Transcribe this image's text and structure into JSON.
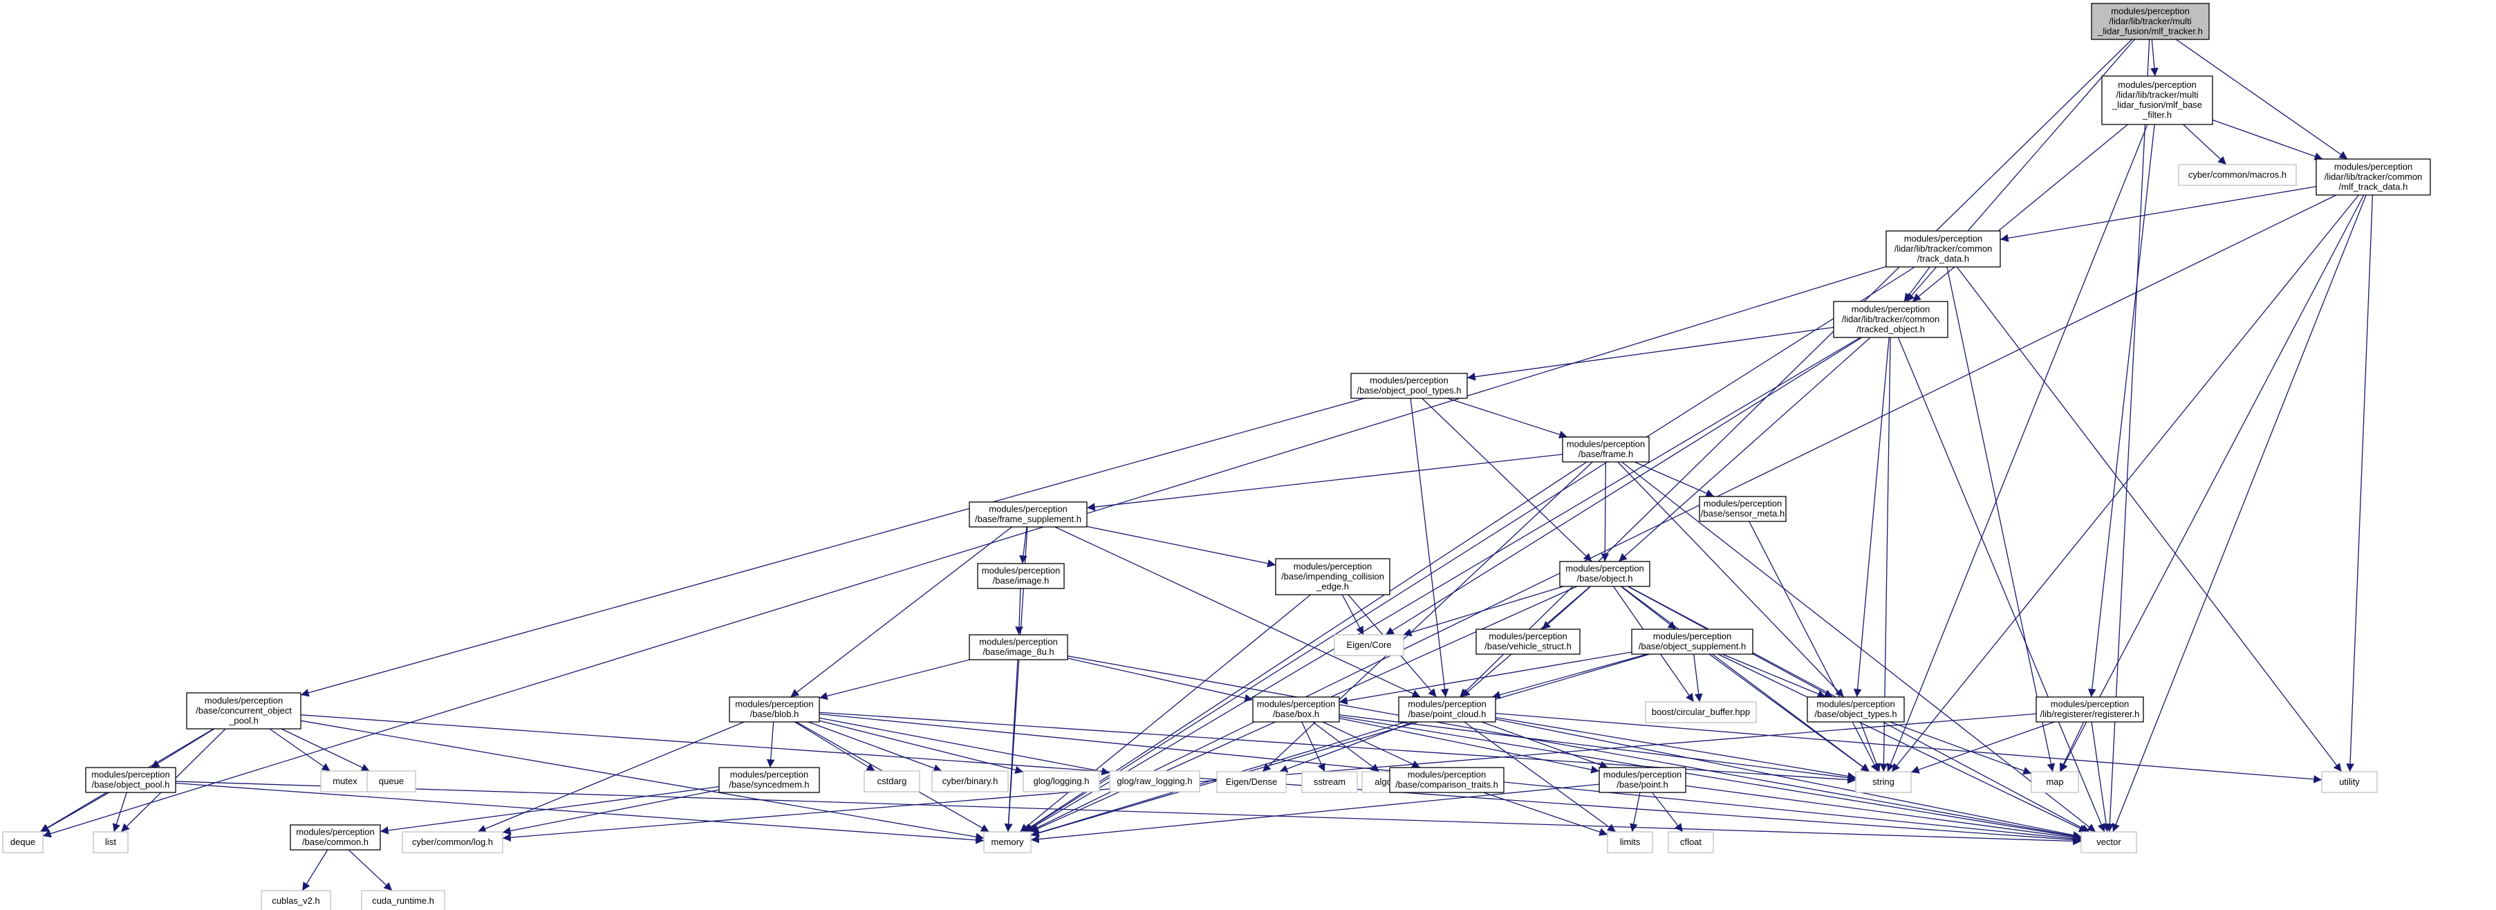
{
  "colors": {
    "edge": "#191970",
    "node_border": "#000000",
    "ext_border": "#bfbfbf",
    "root_fill": "#bfbfbf",
    "node_fill": "#ffffff"
  },
  "nodes": {
    "root": {
      "lines": [
        "modules/perception",
        "/lidar/lib/tracker/multi",
        "_lidar_fusion/mlf_tracker.h"
      ],
      "kind": "root"
    },
    "base_filter": {
      "lines": [
        "modules/perception",
        "/lidar/lib/tracker/multi",
        "_lidar_fusion/mlf_base",
        "_filter.h"
      ],
      "kind": "file"
    },
    "macros": {
      "lines": [
        "cyber/common/macros.h"
      ],
      "kind": "ext"
    },
    "mlf_track_data": {
      "lines": [
        "modules/perception",
        "/lidar/lib/tracker/common",
        "/mlf_track_data.h"
      ],
      "kind": "file"
    },
    "track_data": {
      "lines": [
        "modules/perception",
        "/lidar/lib/tracker/common",
        "/track_data.h"
      ],
      "kind": "file"
    },
    "tracked_object": {
      "lines": [
        "modules/perception",
        "/lidar/lib/tracker/common",
        "/tracked_object.h"
      ],
      "kind": "file"
    },
    "object_pool_types": {
      "lines": [
        "modules/perception",
        "/base/object_pool_types.h"
      ],
      "kind": "file"
    },
    "frame": {
      "lines": [
        "modules/perception",
        "/base/frame.h"
      ],
      "kind": "file"
    },
    "frame_supplement": {
      "lines": [
        "modules/perception",
        "/base/frame_supplement.h"
      ],
      "kind": "file"
    },
    "sensor_meta": {
      "lines": [
        "modules/perception",
        "/base/sensor_meta.h"
      ],
      "kind": "file"
    },
    "image": {
      "lines": [
        "modules/perception",
        "/base/image.h"
      ],
      "kind": "file"
    },
    "impending": {
      "lines": [
        "modules/perception",
        "/base/impending_collision",
        "_edge.h"
      ],
      "kind": "file"
    },
    "object": {
      "lines": [
        "modules/perception",
        "/base/object.h"
      ],
      "kind": "file"
    },
    "image_8u": {
      "lines": [
        "modules/perception",
        "/base/image_8u.h"
      ],
      "kind": "file"
    },
    "eigen_core": {
      "lines": [
        "Eigen/Core"
      ],
      "kind": "ext"
    },
    "vehicle_struct": {
      "lines": [
        "modules/perception",
        "/base/vehicle_struct.h"
      ],
      "kind": "file"
    },
    "object_supplement": {
      "lines": [
        "modules/perception",
        "/base/object_supplement.h"
      ],
      "kind": "file"
    },
    "concurrent_pool": {
      "lines": [
        "modules/perception",
        "/base/concurrent_object",
        "_pool.h"
      ],
      "kind": "file"
    },
    "blob": {
      "lines": [
        "modules/perception",
        "/base/blob.h"
      ],
      "kind": "file"
    },
    "box": {
      "lines": [
        "modules/perception",
        "/base/box.h"
      ],
      "kind": "file"
    },
    "point_cloud": {
      "lines": [
        "modules/perception",
        "/base/point_cloud.h"
      ],
      "kind": "file"
    },
    "boost_cb": {
      "lines": [
        "boost/circular_buffer.hpp"
      ],
      "kind": "ext"
    },
    "object_types": {
      "lines": [
        "modules/perception",
        "/base/object_types.h"
      ],
      "kind": "file"
    },
    "registerer": {
      "lines": [
        "modules/perception",
        "/lib/registerer/registerer.h"
      ],
      "kind": "file"
    },
    "object_pool": {
      "lines": [
        "modules/perception",
        "/base/object_pool.h"
      ],
      "kind": "file"
    },
    "mutex": {
      "lines": [
        "mutex"
      ],
      "kind": "ext"
    },
    "queue": {
      "lines": [
        "queue"
      ],
      "kind": "ext"
    },
    "syncedmem": {
      "lines": [
        "modules/perception",
        "/base/syncedmem.h"
      ],
      "kind": "file"
    },
    "cstdarg": {
      "lines": [
        "cstdarg"
      ],
      "kind": "ext"
    },
    "cyber_binary": {
      "lines": [
        "cyber/binary.h"
      ],
      "kind": "ext"
    },
    "glog_logging": {
      "lines": [
        "glog/logging.h"
      ],
      "kind": "ext"
    },
    "glog_raw": {
      "lines": [
        "glog/raw_logging.h"
      ],
      "kind": "ext"
    },
    "eigen_dense": {
      "lines": [
        "Eigen/Dense"
      ],
      "kind": "ext"
    },
    "sstream": {
      "lines": [
        "sstream"
      ],
      "kind": "ext"
    },
    "algorithm": {
      "lines": [
        "algorithm"
      ],
      "kind": "ext"
    },
    "comparison_traits": {
      "lines": [
        "modules/perception",
        "/base/comparison_traits.h"
      ],
      "kind": "file"
    },
    "point": {
      "lines": [
        "modules/perception",
        "/base/point.h"
      ],
      "kind": "file"
    },
    "string": {
      "lines": [
        "string"
      ],
      "kind": "ext"
    },
    "map": {
      "lines": [
        "map"
      ],
      "kind": "ext"
    },
    "utility": {
      "lines": [
        "utility"
      ],
      "kind": "ext"
    },
    "deque": {
      "lines": [
        "deque"
      ],
      "kind": "ext"
    },
    "list": {
      "lines": [
        "list"
      ],
      "kind": "ext"
    },
    "cyber_log": {
      "lines": [
        "cyber/common/log.h"
      ],
      "kind": "ext"
    },
    "memory": {
      "lines": [
        "memory"
      ],
      "kind": "ext"
    },
    "base_common": {
      "lines": [
        "modules/perception",
        "/base/common.h"
      ],
      "kind": "file"
    },
    "limits": {
      "lines": [
        "limits"
      ],
      "kind": "ext"
    },
    "cfloat": {
      "lines": [
        "cfloat"
      ],
      "kind": "ext"
    },
    "vector": {
      "lines": [
        "vector"
      ],
      "kind": "ext"
    },
    "cublas": {
      "lines": [
        "cublas_v2.h"
      ],
      "kind": "ext"
    },
    "cuda_runtime": {
      "lines": [
        "cuda_runtime.h"
      ],
      "kind": "ext"
    }
  },
  "edges": [
    [
      "root",
      "base_filter"
    ],
    [
      "root",
      "mlf_track_data"
    ],
    [
      "root",
      "tracked_object"
    ],
    [
      "root",
      "point_cloud"
    ],
    [
      "root",
      "vector"
    ],
    [
      "base_filter",
      "macros"
    ],
    [
      "base_filter",
      "mlf_track_data"
    ],
    [
      "base_filter",
      "tracked_object"
    ],
    [
      "base_filter",
      "string"
    ],
    [
      "base_filter",
      "registerer"
    ],
    [
      "mlf_track_data",
      "track_data"
    ],
    [
      "mlf_track_data",
      "memory"
    ],
    [
      "mlf_track_data",
      "string"
    ],
    [
      "mlf_track_data",
      "map"
    ],
    [
      "mlf_track_data",
      "utility"
    ],
    [
      "mlf_track_data",
      "vector"
    ],
    [
      "track_data",
      "tracked_object"
    ],
    [
      "track_data",
      "deque"
    ],
    [
      "track_data",
      "memory"
    ],
    [
      "track_data",
      "map"
    ],
    [
      "track_data",
      "utility"
    ],
    [
      "tracked_object",
      "object_pool_types"
    ],
    [
      "tracked_object",
      "object"
    ],
    [
      "tracked_object",
      "object_types"
    ],
    [
      "tracked_object",
      "eigen_core"
    ],
    [
      "tracked_object",
      "memory"
    ],
    [
      "tracked_object",
      "string"
    ],
    [
      "tracked_object",
      "vector"
    ],
    [
      "object_pool_types",
      "frame"
    ],
    [
      "object_pool_types",
      "object"
    ],
    [
      "object_pool_types",
      "concurrent_pool"
    ],
    [
      "object_pool_types",
      "point_cloud"
    ],
    [
      "frame",
      "frame_supplement"
    ],
    [
      "frame",
      "sensor_meta"
    ],
    [
      "frame",
      "object"
    ],
    [
      "frame",
      "object_types"
    ],
    [
      "frame",
      "eigen_dense"
    ],
    [
      "frame",
      "memory"
    ],
    [
      "frame",
      "vector"
    ],
    [
      "frame_supplement",
      "image"
    ],
    [
      "frame_supplement",
      "impending"
    ],
    [
      "frame_supplement",
      "blob"
    ],
    [
      "frame_supplement",
      "point_cloud"
    ],
    [
      "frame_supplement",
      "memory"
    ],
    [
      "sensor_meta",
      "string"
    ],
    [
      "image",
      "image_8u"
    ],
    [
      "impending",
      "eigen_core"
    ],
    [
      "impending",
      "point_cloud"
    ],
    [
      "impending",
      "memory"
    ],
    [
      "image_8u",
      "blob"
    ],
    [
      "image_8u",
      "box"
    ],
    [
      "image_8u",
      "memory"
    ],
    [
      "image_8u",
      "vector"
    ],
    [
      "object",
      "eigen_core"
    ],
    [
      "object",
      "vehicle_struct"
    ],
    [
      "object",
      "object_supplement"
    ],
    [
      "object",
      "object_types"
    ],
    [
      "object",
      "point_cloud"
    ],
    [
      "object",
      "boost_cb"
    ],
    [
      "object",
      "memory"
    ],
    [
      "object",
      "string"
    ],
    [
      "object",
      "vector"
    ],
    [
      "object_supplement",
      "box"
    ],
    [
      "object_supplement",
      "point_cloud"
    ],
    [
      "object_supplement",
      "boost_cb"
    ],
    [
      "object_supplement",
      "object_types"
    ],
    [
      "object_supplement",
      "memory"
    ],
    [
      "object_supplement",
      "string"
    ],
    [
      "object_supplement",
      "vector"
    ],
    [
      "object_types",
      "string"
    ],
    [
      "object_types",
      "map"
    ],
    [
      "registerer",
      "string"
    ],
    [
      "registerer",
      "map"
    ],
    [
      "registerer",
      "vector"
    ],
    [
      "registerer",
      "cyber_log"
    ],
    [
      "concurrent_pool",
      "object_pool"
    ],
    [
      "concurrent_pool",
      "mutex"
    ],
    [
      "concurrent_pool",
      "queue"
    ],
    [
      "concurrent_pool",
      "deque"
    ],
    [
      "concurrent_pool",
      "list"
    ],
    [
      "concurrent_pool",
      "memory"
    ],
    [
      "concurrent_pool",
      "vector"
    ],
    [
      "object_pool",
      "deque"
    ],
    [
      "object_pool",
      "list"
    ],
    [
      "object_pool",
      "memory"
    ],
    [
      "object_pool",
      "vector"
    ],
    [
      "blob",
      "syncedmem"
    ],
    [
      "blob",
      "cstdarg"
    ],
    [
      "blob",
      "cyber_binary"
    ],
    [
      "blob",
      "glog_logging"
    ],
    [
      "blob",
      "glog_raw"
    ],
    [
      "blob",
      "cyber_log"
    ],
    [
      "blob",
      "memory"
    ],
    [
      "blob",
      "string"
    ],
    [
      "blob",
      "vector"
    ],
    [
      "syncedmem",
      "base_common"
    ],
    [
      "syncedmem",
      "cyber_log"
    ],
    [
      "base_common",
      "cublas"
    ],
    [
      "base_common",
      "cuda_runtime"
    ],
    [
      "box",
      "sstream"
    ],
    [
      "box",
      "algorithm"
    ],
    [
      "box",
      "comparison_traits"
    ],
    [
      "box",
      "point"
    ],
    [
      "box",
      "string"
    ],
    [
      "box",
      "vector"
    ],
    [
      "point_cloud",
      "eigen_dense"
    ],
    [
      "point_cloud",
      "point"
    ],
    [
      "point_cloud",
      "memory"
    ],
    [
      "point_cloud",
      "string"
    ],
    [
      "point_cloud",
      "vector"
    ],
    [
      "point_cloud",
      "utility"
    ],
    [
      "point_cloud",
      "limits"
    ],
    [
      "comparison_traits",
      "limits"
    ],
    [
      "point",
      "limits"
    ],
    [
      "point",
      "cfloat"
    ],
    [
      "point",
      "memory"
    ],
    [
      "point",
      "vector"
    ]
  ]
}
